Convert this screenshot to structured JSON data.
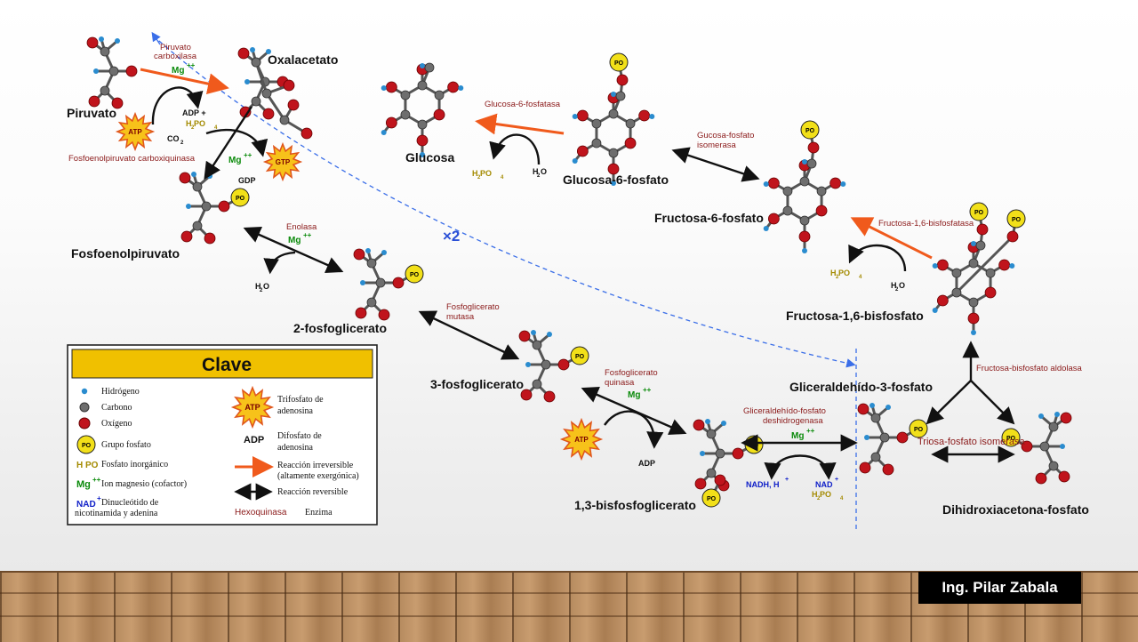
{
  "molecules": {
    "piruvato": "Piruvato",
    "oxalacetato": "Oxalacetato",
    "fosfoenolpiruvato": "Fosfoenolpiruvato",
    "glucosa": "Glucosa",
    "glucosa_6_fosfato": "Glucosa-6-fosfato",
    "fructosa_6_fosfato": "Fructosa-6-fosfato",
    "fructosa_1_6_bisfosfato": "Fructosa-1,6-bisfosfato",
    "dos_fosfoglicerato": "2-fosfoglicerato",
    "tres_fosfoglicerato": "3-fosfoglicerato",
    "gliceraldehido_3_fosfato": "Gliceraldehído-3-fosfato",
    "bisfosfoglicerato": "1,3-bisfosfoglicerato",
    "dihidroxiacetona_fosfato": "Dihidroxiacetona-fosfato"
  },
  "enzymes": {
    "piruvato_carboxilasa_1": "Piruvato",
    "piruvato_carboxilasa_2": "carboxilasa",
    "pepck": "Fosfoenolpiruvato carboxiquinasa",
    "enolasa": "Enolasa",
    "glucosa_6_fosfatasa": "Glucosa-6-fosfatasa",
    "isomerasa_1": "Gucosa-fosfato",
    "isomerasa_2": "isomerasa",
    "fructosa_bisfosfatasa": "Fructosa-1,6-bisfosfatasa",
    "mutasa_1": "Fosfoglicerato",
    "mutasa_2": "mutasa",
    "quinasa_1": "Fosfoglicerato",
    "quinasa_2": "quinasa",
    "gapdh_1": "Gliceraldehído-fosfato",
    "gapdh_2": "deshidrogenasa",
    "aldolasa": "Fructosa-bisfosfato aldolasa",
    "tpi": "Triosa-fosfato isomerasa"
  },
  "cofactors": {
    "mg": "Mg",
    "mg_sup": "++",
    "atp": "ATP",
    "gtp": "GTP",
    "adp": "ADP",
    "adp_plus": "ADP +",
    "gdp": "GDP",
    "co2": "CO",
    "h2po4": "H PO",
    "h2o": "H O",
    "nadh": "NADH, H",
    "nad": "NAD",
    "plus": "+",
    "sub2": "2",
    "sub4": "4"
  },
  "multiplier": "×2",
  "key": {
    "title": "Clave",
    "hidrogeno": "Hidrógeno",
    "carbono": "Carbono",
    "oxigeno": "Oxígeno",
    "grupo_fosfato": "Grupo fosfato",
    "fosfato_inorganico": "Fosfato inorgánico",
    "ion_magnesio": "Ion magnesio (cofactor)",
    "dinucleotido_1": "Dinucleótido de",
    "dinucleotido_2": "nicotinamida y adenina",
    "trifosfato_1": "Trifosfato de",
    "trifosfato_2": "adenosina",
    "difosfato_1": "Difosfato de",
    "difosfato_2": "adenosina",
    "irreversible_1": "Reacción irreversible",
    "irreversible_2": "(altamente exergónica)",
    "reversible": "Reacción reversible",
    "hexoquinasa": "Hexoquinasa",
    "enzima": "Enzima"
  },
  "author": "Ing. Pilar Zabala",
  "colors": {
    "oxygen": "#c0141c",
    "carbon": "#6e6e6e",
    "hydrogen": "#2a8ccf",
    "phosphate": "#f2e019",
    "irreversible_arrow": "#f05a1c",
    "key_title_bg": "#f0c000",
    "dashed_line": "#3a6ee8"
  }
}
